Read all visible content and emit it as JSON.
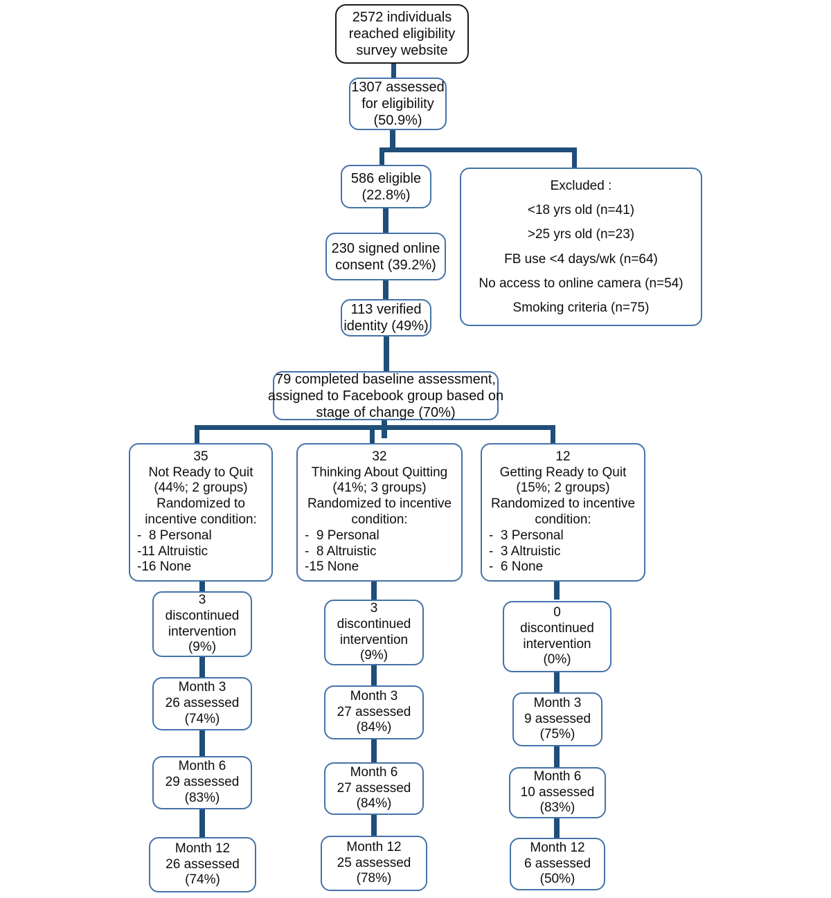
{
  "diagram": {
    "title": "CONSORT participant flow diagram",
    "colors": {
      "box_border_blue": "#4472a8",
      "box_border_black": "#1a1a1a",
      "connector": "#1f4e79",
      "background": "#ffffff",
      "text": "#0d0d0d"
    }
  },
  "nodes": {
    "reached": {
      "id": "reached-website",
      "lines": [
        "2572 individuals",
        "reached eligibility",
        "survey website"
      ]
    },
    "assessed": {
      "id": "assessed-eligibility",
      "lines": [
        "1307 assessed",
        "for eligibility",
        "(50.9%)"
      ]
    },
    "eligible": {
      "id": "eligible",
      "lines": [
        "586 eligible",
        "(22.8%)"
      ]
    },
    "excluded": {
      "id": "excluded",
      "lines": [
        "Excluded :",
        "<18 yrs old (n=41)",
        ">25 yrs old (n=23)",
        "FB use <4 days/wk (n=64)",
        "No access to online camera (n=54)",
        "Smoking criteria (n=75)"
      ]
    },
    "consent": {
      "id": "signed-consent",
      "lines": [
        "230 signed online",
        "consent (39.2%)"
      ]
    },
    "verified": {
      "id": "verified-identity",
      "lines": [
        "113 verified",
        "identity (49%)"
      ]
    },
    "baseline": {
      "id": "baseline-assessment",
      "lines": [
        "79 completed baseline assessment,",
        "assigned to Facebook group based on",
        "stage of change (70%)"
      ]
    }
  },
  "arms": [
    {
      "id": "arm-not-ready-to-quit",
      "group_label": "Not Ready to Quit",
      "allocation": {
        "lines_centered": [
          "35",
          "Not Ready to Quit",
          "(44%; 2 groups)",
          "Randomized to",
          "incentive condition:"
        ],
        "lines_left": [
          "-  8 Personal",
          "-11 Altruistic",
          "-16 None"
        ]
      },
      "discontinued": {
        "lines": [
          "3",
          "discontinued",
          "intervention",
          "(9%)"
        ]
      },
      "followups": [
        {
          "lines": [
            "Month 3",
            "26 assessed",
            "(74%)"
          ]
        },
        {
          "lines": [
            "Month 6",
            "29 assessed",
            "(83%)"
          ]
        },
        {
          "lines": [
            "Month 12",
            "26 assessed",
            "(74%)"
          ]
        }
      ]
    },
    {
      "id": "arm-thinking-about-quitting",
      "group_label": "Thinking About Quitting",
      "allocation": {
        "lines_centered": [
          "32",
          "Thinking About Quitting",
          "(41%; 3 groups)",
          "Randomized to incentive",
          "condition:"
        ],
        "lines_left": [
          "-  9 Personal",
          "-  8 Altruistic",
          "-15 None"
        ]
      },
      "discontinued": {
        "lines": [
          "3",
          "discontinued",
          "intervention",
          "(9%)"
        ]
      },
      "followups": [
        {
          "lines": [
            "Month 3",
            "27 assessed",
            "(84%)"
          ]
        },
        {
          "lines": [
            "Month 6",
            "27 assessed",
            "(84%)"
          ]
        },
        {
          "lines": [
            "Month 12",
            "25 assessed",
            "(78%)"
          ]
        }
      ]
    },
    {
      "id": "arm-getting-ready-to-quit",
      "group_label": "Getting Ready to Quit",
      "allocation": {
        "lines_centered": [
          "12",
          "Getting Ready to Quit",
          "(15%; 2 groups)",
          "Randomized to incentive",
          "condition:"
        ],
        "lines_left": [
          "-  3 Personal",
          "-  3 Altruistic",
          "-  6 None"
        ]
      },
      "discontinued": {
        "lines": [
          "0",
          "discontinued",
          "intervention",
          "(0%)"
        ]
      },
      "followups": [
        {
          "lines": [
            "Month 3",
            "9 assessed",
            "(75%)"
          ]
        },
        {
          "lines": [
            "Month 6",
            "10 assessed",
            "(83%)"
          ]
        },
        {
          "lines": [
            "Month 12",
            "6 assessed",
            "(50%)"
          ]
        }
      ]
    }
  ]
}
